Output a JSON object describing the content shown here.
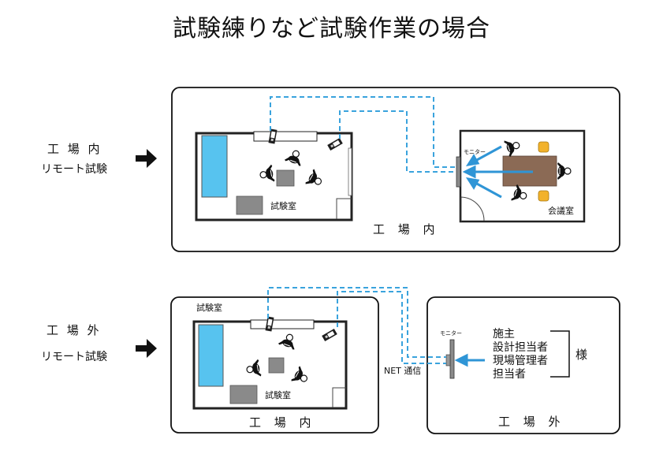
{
  "title": "試験練りなど試験作業の場合",
  "sections": [
    {
      "label_line1": "工 場 内",
      "label_line2": "リモート試験",
      "zone_label": "工 場 内",
      "room_label": "試験室",
      "meeting_label": "会議室",
      "monitor_label": "モニター"
    },
    {
      "label_line1": "工 場 外",
      "label_line2": "リモート試験",
      "lab_heading": "試験室",
      "room_label": "試験室",
      "zone_left_label": "工 場 内",
      "zone_right_label": "工 場 外",
      "monitor_label": "モニター",
      "net_label": "NET 通信",
      "roles": [
        "施主",
        "設計担当者",
        "現場管理者",
        "担当者"
      ],
      "honorific": "様"
    }
  ],
  "colors": {
    "cable": "#3aa3dd",
    "arrow": "#2f95d6",
    "tank": "#57c3ef",
    "table": "#8b6a55",
    "chair": "#f2b22b",
    "floor_item": "#8a8a8a"
  }
}
